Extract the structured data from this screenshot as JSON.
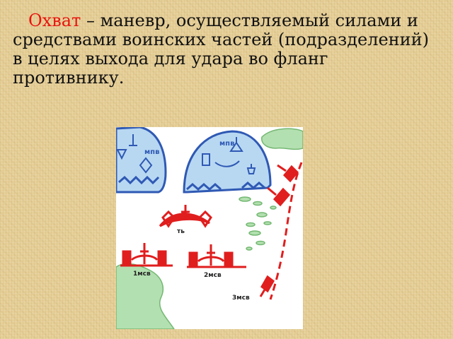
{
  "definition": {
    "term": "Охват",
    "text": " – маневр, осуществляемый силами и средствами воинских частей (подразделений) в целях выхода для удара во фланг противнику."
  },
  "diagram": {
    "labels": {
      "enemy_left": "мпв",
      "enemy_right": "мпв",
      "center": "ть",
      "unit_1": "1мсв",
      "unit_2": "2мсв",
      "unit_3": "3мсв"
    },
    "colors": {
      "enemy": "#2f59b4",
      "enemy_fill": "#b8d8f2",
      "friendly": "#e01e1e",
      "terrain": "#b3e0b0",
      "terrain_edge": "#74b873"
    }
  }
}
